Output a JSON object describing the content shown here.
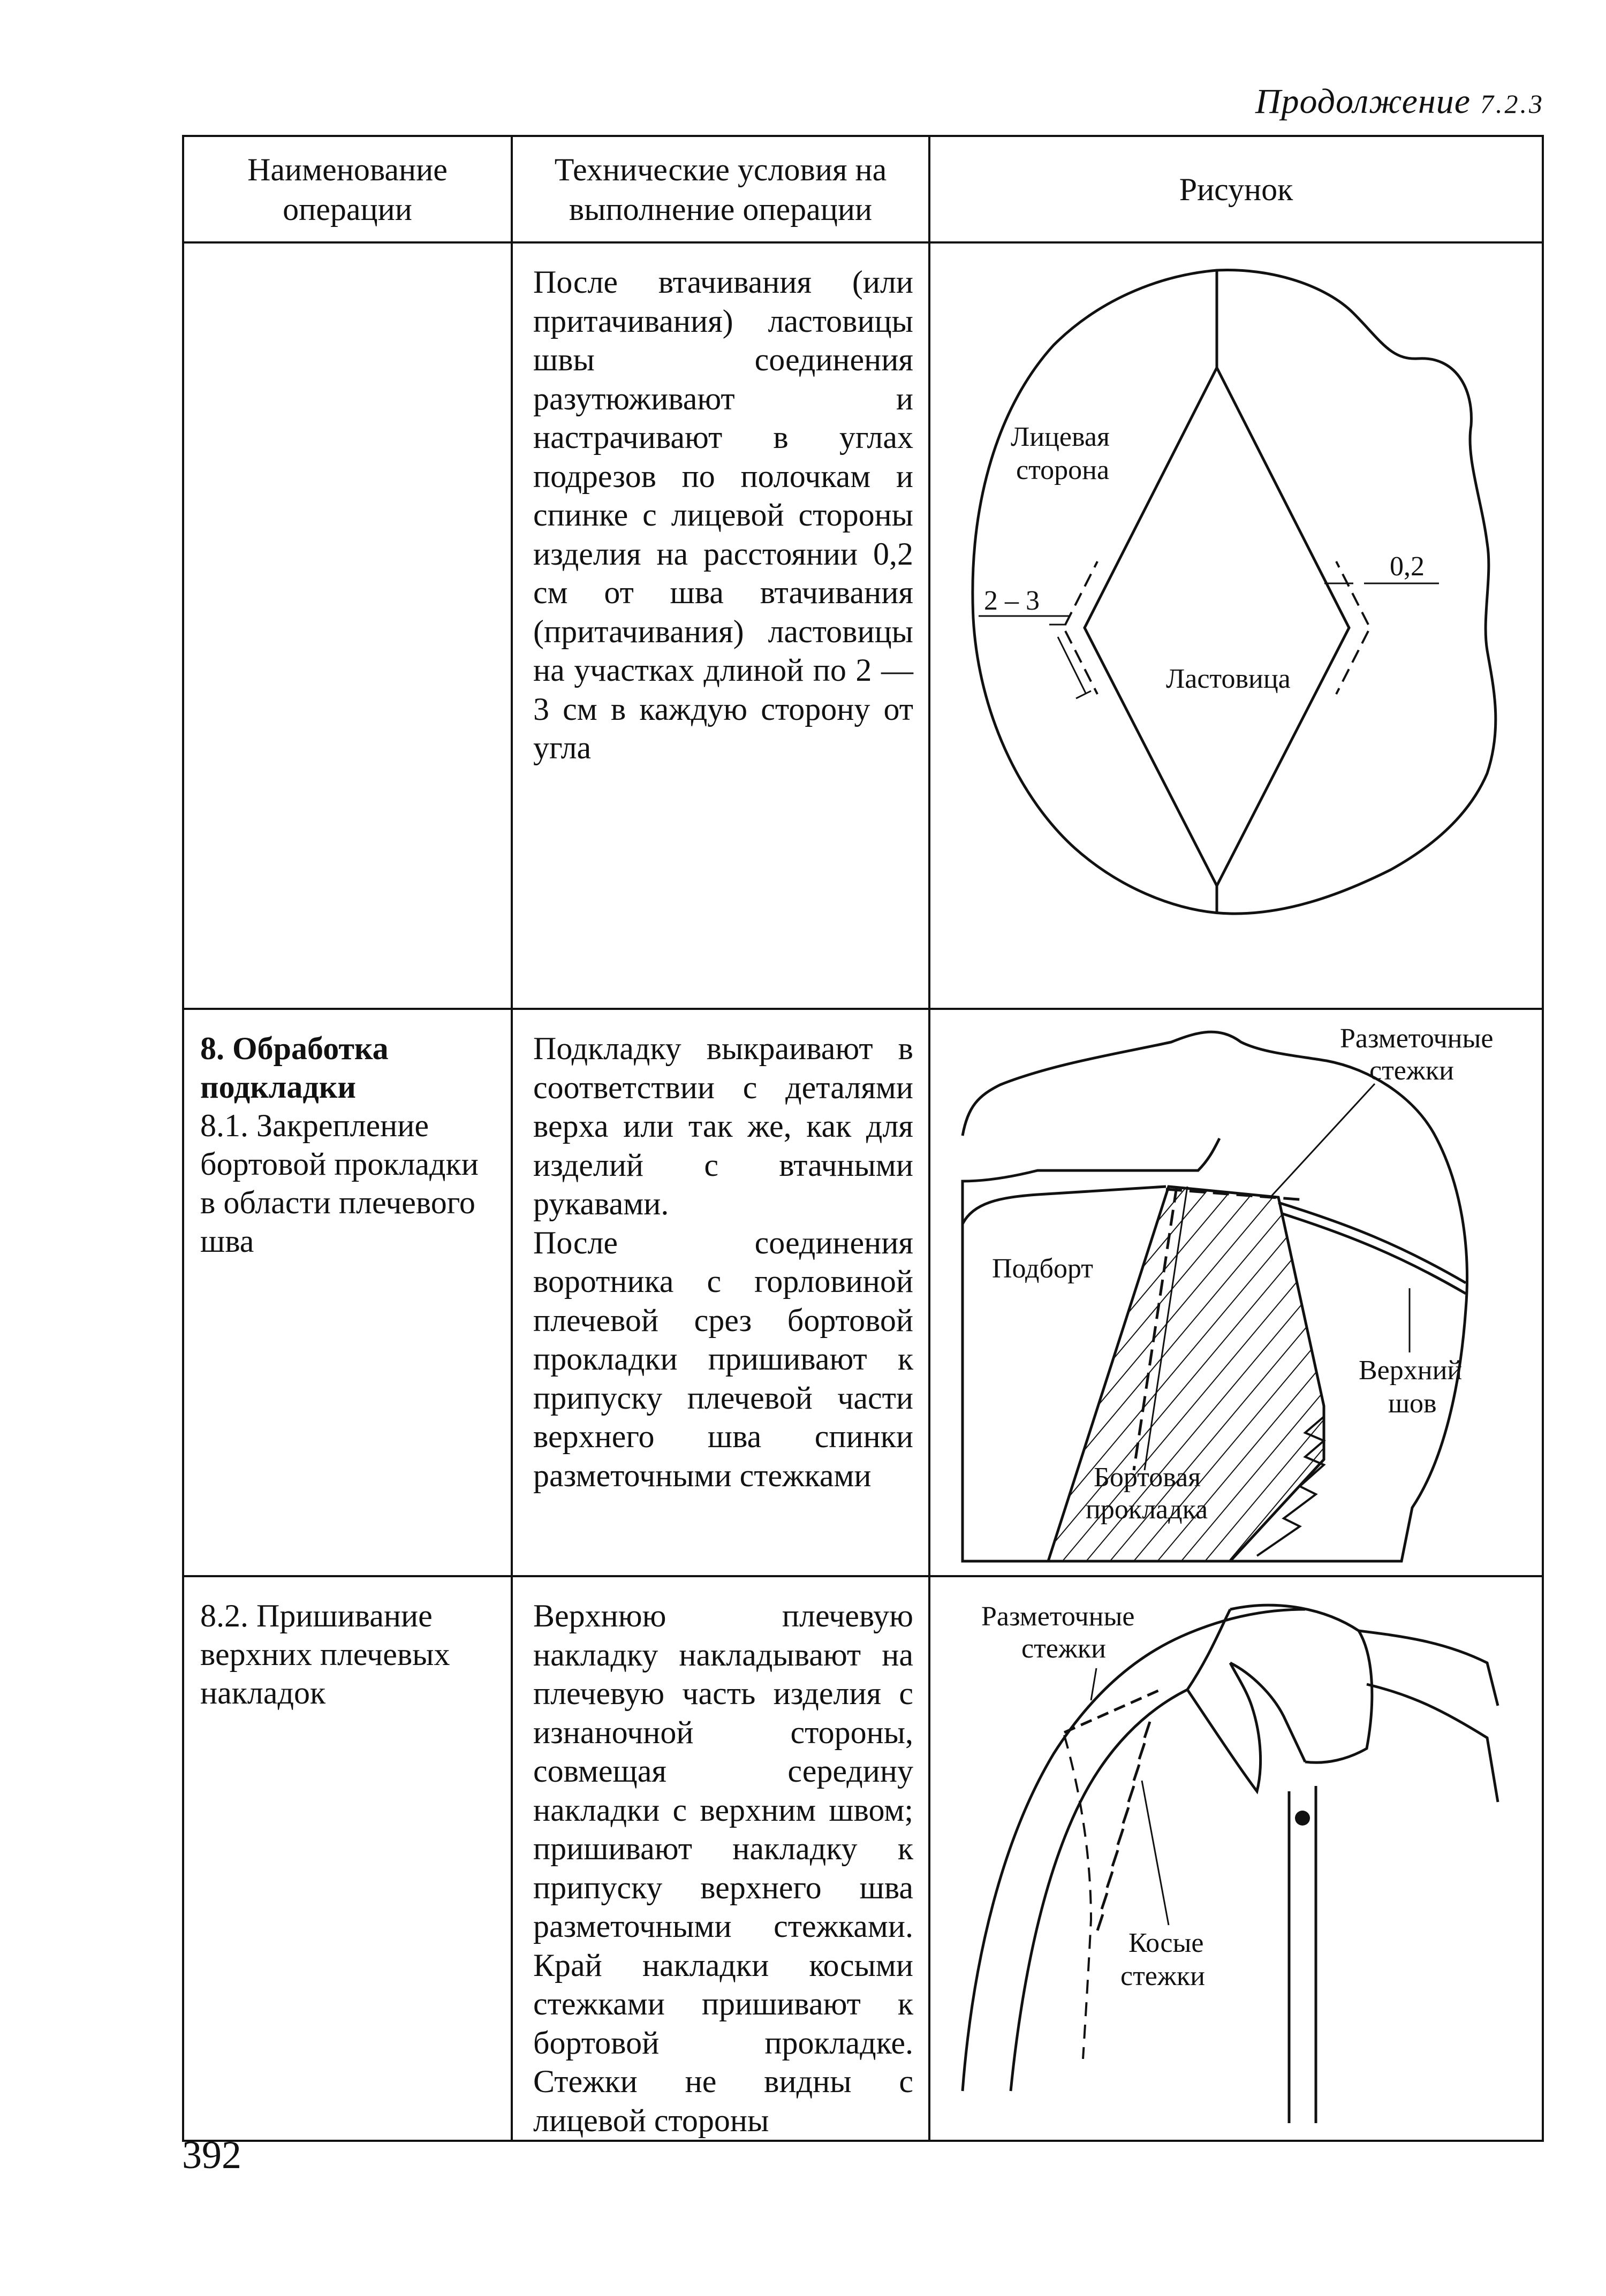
{
  "page": {
    "caption": "Продолжение",
    "caption_number": "7.2.3",
    "page_number": "392"
  },
  "table": {
    "headers": [
      "Наименование операции",
      "Технические условия на выполнение операции",
      "Рисунок"
    ],
    "rows": [
      {
        "operation_title": "",
        "operation_text": "",
        "conditions": "После втачивания (или притачивания) ластовицы швы соединения разутюживают и настрачивают в углах подрезов по полочкам и спинке с лицевой стороны изделия на расстоянии 0,2 см от шва втачивания (притачивания) ластовицы на участках длиной по 2 — 3 см в каждую сторону от угла",
        "figure_labels": {
          "face_side": "Лицевая сторона",
          "gusset": "Ластовица",
          "dim_seam": "0,2",
          "dim_length": "2 – 3"
        }
      },
      {
        "operation_title": "8. Обработка подкладки",
        "operation_text": "8.1. Закрепление бортовой прокладки в области плечевого шва",
        "conditions_p1": "Подкладку выкраивают в соответствии с деталями верха или так же, как для изделий с втачными рукавами.",
        "conditions_p2": "После соединения воротника с горловиной плечевой срез бортовой прокладки пришивают к припуску плечевой части верхнего шва спинки разметочными стежками",
        "figure_labels": {
          "marking_stitches": "Разметочные стежки",
          "facing": "Подборт",
          "top_seam": "Верхний шов",
          "interlining": "Бортовая прокладка"
        }
      },
      {
        "operation_title": "",
        "operation_text": "8.2. Пришивание верхних плечевых накладок",
        "conditions": "Верхнюю плечевую накладку накладывают на плечевую часть изделия с изнаночной стороны, совмещая середину накладки с верхним швом; пришивают накладку к припуску верхнего шва разметочными стежками. Край накладки косыми стежками пришивают к бортовой прокладке. Стежки не видны с лицевой стороны",
        "figure_labels": {
          "marking_stitches": "Разметочные стежки",
          "slant_stitches": "Косые стежки"
        }
      }
    ]
  }
}
